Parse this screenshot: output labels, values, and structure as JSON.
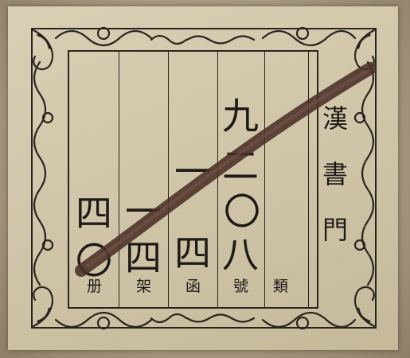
{
  "category": {
    "chars": [
      "漢",
      "書",
      "門"
    ]
  },
  "columns": [
    {
      "id": "number",
      "value_chars": [
        "九",
        "二",
        "〇",
        "八"
      ],
      "unit": "號"
    },
    {
      "id": "case",
      "value_chars": [
        "一",
        "四"
      ],
      "unit": "函"
    },
    {
      "id": "shelf",
      "value_chars": [
        "一",
        "四"
      ],
      "unit": "架"
    },
    {
      "id": "volume",
      "value_chars": [
        "四",
        "〇"
      ],
      "unit": "册"
    }
  ],
  "category_unit": "類",
  "colors": {
    "paper": "#d3c8ab",
    "ink": "#1e1a17",
    "strike": "#4a3028"
  }
}
